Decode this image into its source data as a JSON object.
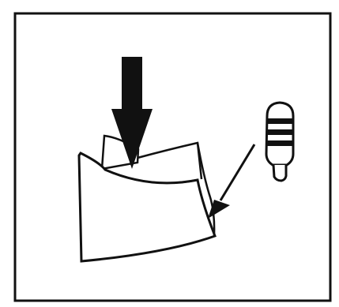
{
  "figure": {
    "panel": "instruction-illustration",
    "elements": {
      "press_arrow": "down-arrow-icon",
      "pointer_arrow": "diagonal-arrow-icon",
      "insert": "curved-insert-piece",
      "shell": "curved-outer-shell",
      "bottle": "applicator-bottle-icon"
    },
    "colors": {
      "ink": "#111111",
      "paper": "#ffffff"
    }
  }
}
